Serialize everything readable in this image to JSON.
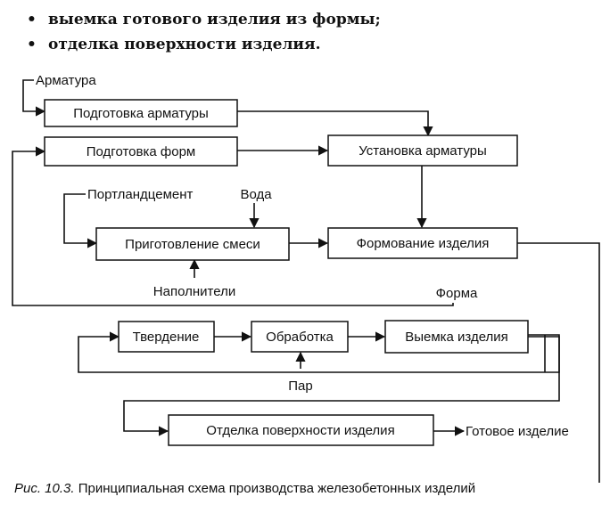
{
  "bullets": [
    "выемка готового изделия из формы;",
    "отделка поверхности изделия."
  ],
  "diagram": {
    "boxes": {
      "rebar_prep": "Подготовка арматуры",
      "mold_prep": "Подготовка форм",
      "rebar_install": "Установка арматуры",
      "mix_prep": "Приготовление смеси",
      "molding": "Формование изделия",
      "hardening": "Твердение",
      "treatment": "Обработка",
      "demolding": "Выемка изделия",
      "finishing": "Отделка поверхности изделия"
    },
    "labels": {
      "rebar": "Арматура",
      "cement": "Портландцемент",
      "water": "Вода",
      "fillers": "Наполнители",
      "mold": "Форма",
      "steam": "Пар",
      "product": "Готовое изделие"
    }
  },
  "caption": {
    "number": "Рис. 10.3.",
    "text": "Принципиальная схема производства железобетонных изделий"
  }
}
